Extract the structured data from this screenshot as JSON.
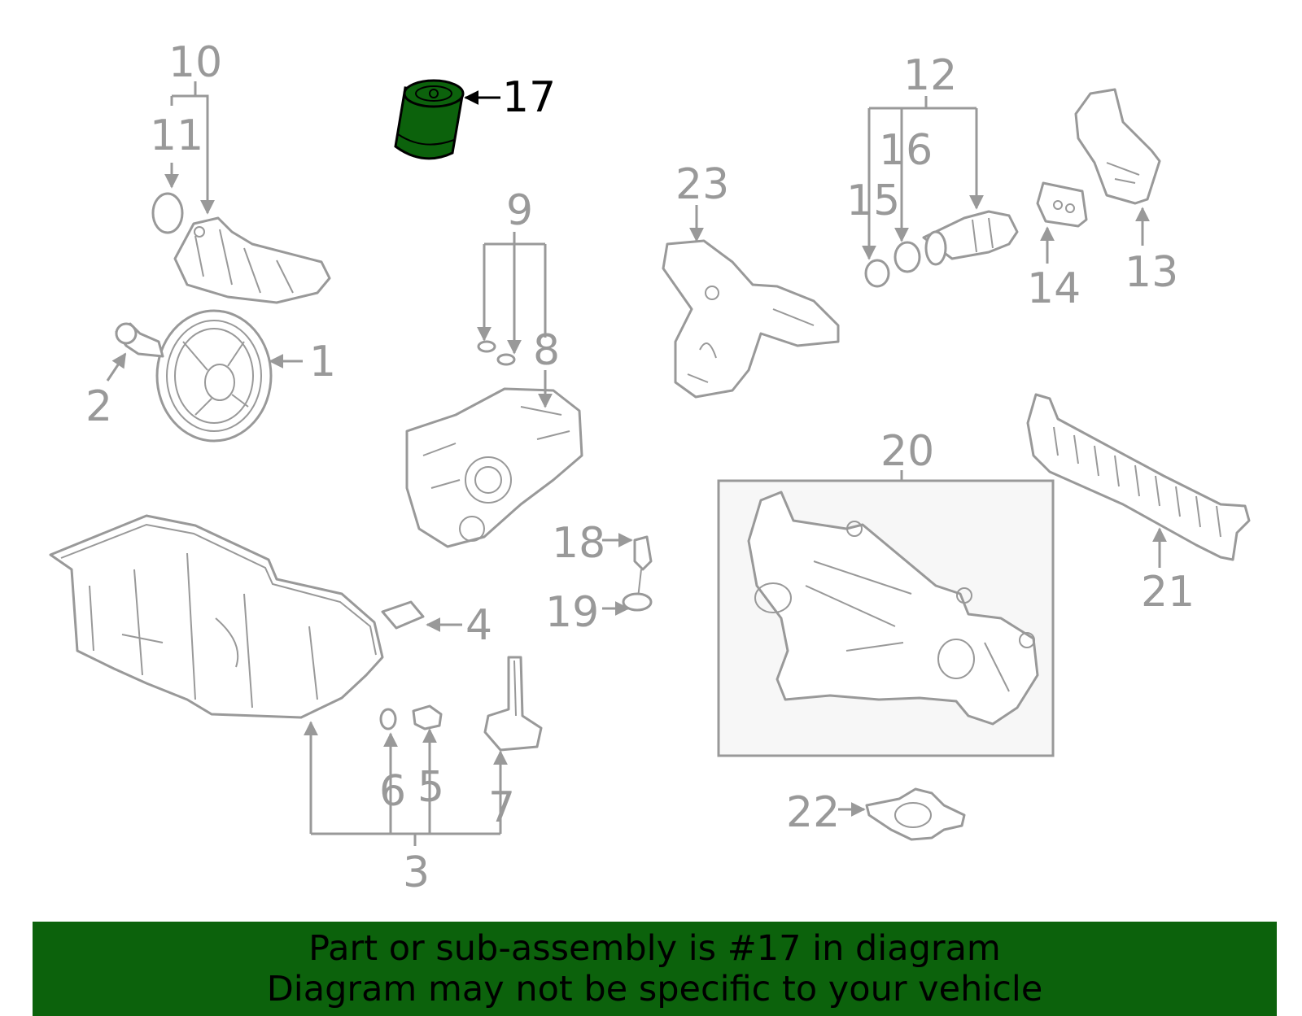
{
  "highlight_part": "17",
  "highlight_color": "#0c620c",
  "callouts": [
    "1",
    "2",
    "3",
    "4",
    "5",
    "6",
    "7",
    "8",
    "9",
    "10",
    "11",
    "12",
    "13",
    "14",
    "15",
    "16",
    "17",
    "18",
    "19",
    "20",
    "21",
    "22",
    "23"
  ],
  "banner": {
    "line1": "Part or sub-assembly is #17 in diagram",
    "line2": "Diagram may not be specific to your vehicle",
    "background": "#0c620c"
  }
}
